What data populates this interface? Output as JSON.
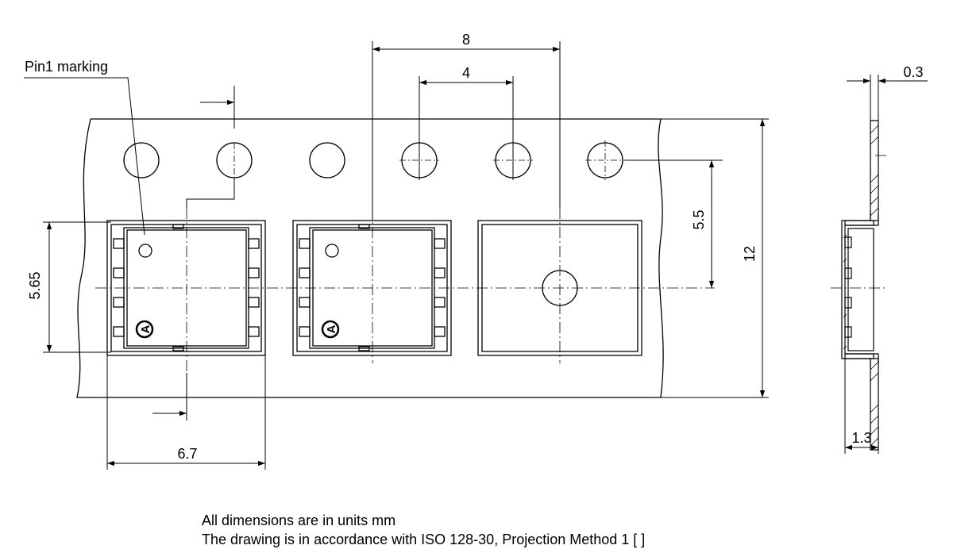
{
  "labels": {
    "pin1": "Pin1 marking",
    "pitch_pocket": "8",
    "pitch_hole": "4",
    "thickness": "0.3",
    "offset": "5.5",
    "tape_width": "12",
    "pocket_height": "5.65",
    "pocket_width": "6.7",
    "pocket_depth": "1.3",
    "marking": "A"
  },
  "notes": [
    "All dimensions are in units mm",
    "The drawing is in accordance with ISO 128-30, Projection Method 1 [  ]"
  ]
}
